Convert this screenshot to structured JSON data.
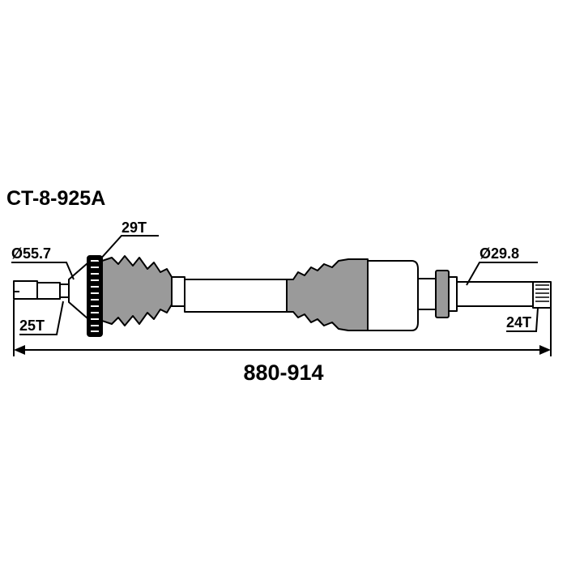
{
  "part_number": "CT-8-925A",
  "outer_spline_label": "29T",
  "outer_diameter_label": "Ø55.7",
  "outer_shaft_spline_label": "25T",
  "inner_diameter_label": "Ø29.8",
  "inner_spline_label": "24T",
  "overall_length_label": "880-914",
  "colors": {
    "boot": "#9a9a9a",
    "line": "#000000",
    "background": "#ffffff"
  }
}
